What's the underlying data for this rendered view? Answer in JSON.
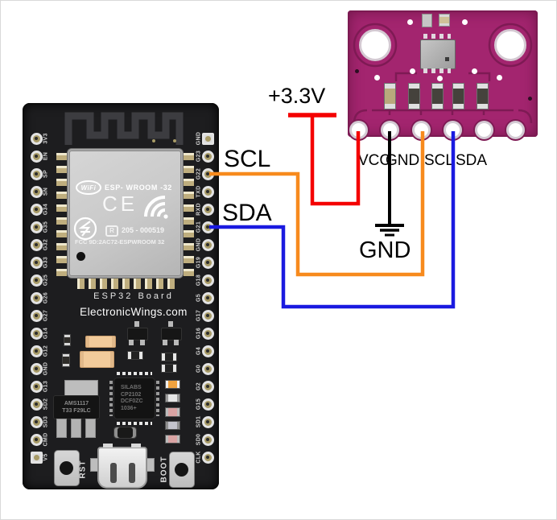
{
  "connection_labels": {
    "power": "+3.3V",
    "ground": "GND",
    "scl": "SCL",
    "sda": "SDA"
  },
  "sensor_board": {
    "pin_labels": [
      "VCC",
      "GND",
      "SCL",
      "SDA"
    ]
  },
  "esp32_board": {
    "left_pins": [
      "3V3",
      "EN",
      "SP",
      "SN",
      "G34",
      "G35",
      "G32",
      "G33",
      "G25",
      "G26",
      "G27",
      "G14",
      "G12",
      "GND",
      "G13",
      "SD2",
      "SD3",
      "CMD",
      "V5"
    ],
    "right_pins": [
      "GND",
      "G23",
      "G22",
      "TXD",
      "RXD",
      "G21",
      "GND",
      "G19",
      "G18",
      "G5",
      "G17",
      "G16",
      "G4",
      "G0",
      "G2",
      "G15",
      "SD1",
      "SD0",
      "CLK"
    ],
    "module": {
      "logo": "WiFi",
      "name": "ESP- WROOM -32",
      "ce_mark": "CE",
      "r_mark": "R",
      "cert_number": "205 - 000519",
      "fcc_line": "FCC 9D:2AC72-ESPWROOM 32"
    },
    "board_name": "ESP32 Board",
    "board_brand": "ElectronicWings.com",
    "regulator_line1": "AMS1117",
    "regulator_line2": "T33 F29LC",
    "usb_chip_lines": [
      "SILABS",
      "CP2102",
      "DCF0ZC",
      "1036+"
    ],
    "reset_button": "RST",
    "boot_button": "BOOT"
  },
  "wires": [
    {
      "name": "vcc-3v3",
      "color": "#f40000"
    },
    {
      "name": "gnd",
      "color": "#000000"
    },
    {
      "name": "scl",
      "color": "#f78a1d"
    },
    {
      "name": "sda",
      "color": "#1a1ae0"
    }
  ],
  "colors": {
    "esp32_pcb": "#1d1d1f",
    "sensor_pcb": "#a3256f",
    "module_shield": "#c9c9c9"
  }
}
